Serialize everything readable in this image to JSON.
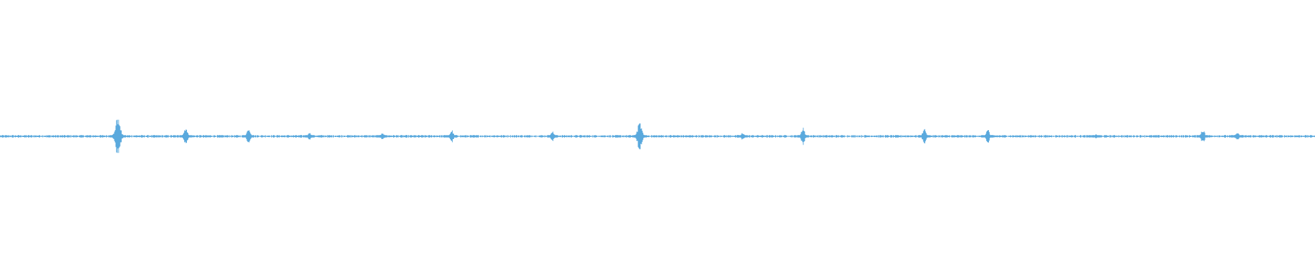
{
  "waveform": {
    "color": "#5aa9dd",
    "baseline_amplitude": 0.008,
    "bursts": [
      {
        "position": 0.0893,
        "amplitude": 0.145
      },
      {
        "position": 0.1409,
        "amplitude": 0.065
      },
      {
        "position": 0.1888,
        "amplitude": 0.055
      },
      {
        "position": 0.2352,
        "amplitude": 0.03
      },
      {
        "position": 0.2906,
        "amplitude": 0.03
      },
      {
        "position": 0.3432,
        "amplitude": 0.05
      },
      {
        "position": 0.42,
        "amplitude": 0.04
      },
      {
        "position": 0.4862,
        "amplitude": 0.105
      },
      {
        "position": 0.5645,
        "amplitude": 0.03
      },
      {
        "position": 0.6104,
        "amplitude": 0.065
      },
      {
        "position": 0.7026,
        "amplitude": 0.055
      },
      {
        "position": 0.751,
        "amplitude": 0.05
      },
      {
        "position": 0.8332,
        "amplitude": 0.015
      },
      {
        "position": 0.9145,
        "amplitude": 0.055
      },
      {
        "position": 0.9406,
        "amplitude": 0.035
      }
    ]
  }
}
